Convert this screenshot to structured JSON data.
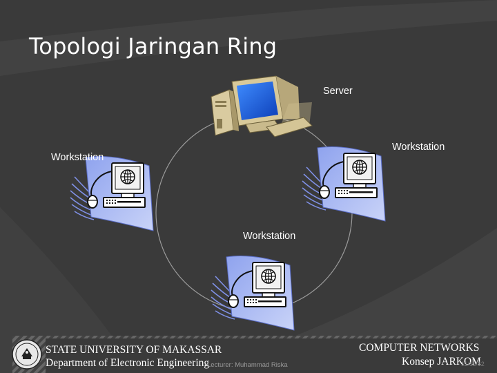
{
  "slide": {
    "title": "Topologi Jaringan Ring",
    "nodes": {
      "server": "Server",
      "workstation_left": "Workstation",
      "workstation_right": "Workstation",
      "workstation_bottom": "Workstation"
    },
    "footer": {
      "university": "STATE UNIVERSITY OF MAKASSAR",
      "department": "Department of Electronic Engineering",
      "lecturer": "Lecturer: Muhammad Riska",
      "course": "COMPUTER NETWORKS",
      "subject": "Konsep JARKOM",
      "page": "11/11/12"
    }
  },
  "colors": {
    "background": "#3a3a3a",
    "ring_line": "#9a9a9a",
    "monitor_blue": "#1f5fd8",
    "paper_blue": "#b8c6f5",
    "text": "#ffffff"
  }
}
